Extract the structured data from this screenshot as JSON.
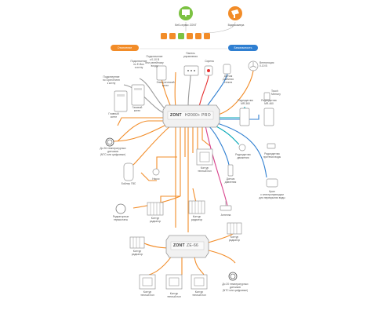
{
  "colors": {
    "orange": "#f28c28",
    "blue": "#2f7fd1",
    "green": "#7cc242",
    "teal": "#00a6b5",
    "pink": "#d9478f",
    "red": "#e63030",
    "gray": "#9a9a9a"
  },
  "top": {
    "web": "Веб-сервис ZONT",
    "video": "Видеокамера"
  },
  "pills": {
    "heating": "Отопление",
    "security": "Безопасность"
  },
  "controller": {
    "brand": "ZONT",
    "model": "H2000+ PRO"
  },
  "extension": {
    "brand": "ZONT",
    "model": "ZE-66"
  },
  "labels": {
    "opentherm_boiler": "Подключение\nпо OpenTherm\nк котлу",
    "ebus_boiler": "Подключение\nпо E-Bus\nк котлу",
    "relay_boiler": "Подключение\nк 0-10 В\nили релейному\nвходу",
    "electric_boiler": "Электрический\nкотел",
    "panel": "Панель\nуправления",
    "siren": "Сирена",
    "glass_sensor": "Датчик\nразбития\nстекла",
    "fan": "Вентиляция\n0-10 В",
    "main_boiler": "Главный\nкотел",
    "gas_boiler": "Газовый\nкотел",
    "temp_sensors": "До 26 температурных\nдатчиков\n(NTC или цифровые)",
    "touch_memory": "Touch\nMemory",
    "radio_mr": "Радиодатчик\nMR-360",
    "radio_mk": "Радиодатчик\nMR-460",
    "radio_motion": "Радиодатчик\nдвижения",
    "radio_leak": "Радиодатчик\nпротечки воды",
    "dhw": "Бойлер ГВС",
    "pump": "Насос",
    "floor": "Контур\nтеплый пол",
    "pressure": "Датчик\nдавления",
    "valve": "Кран\nс электроприводом\nдля перекрытия воды",
    "radiator_thermo": "Радиаторные\nтермостаты",
    "radiator1": "Контур\nрадиатор",
    "radiator2": "Контур\nрадиатор",
    "antenna": "Антенна",
    "radiator3": "Контур\nрадиатор",
    "radiator4": "Контур\nрадиатор",
    "floor1": "Контур\nтеплый пол",
    "floor2": "Контур\nтеплый пол",
    "floor3": "Контур\nтеплый пол",
    "temp_sensors2": "До 20 температурных\nдатчиков\n(NTC или цифровые)"
  },
  "icons": {
    "web": "monitor-icon",
    "video": "camera-icon",
    "apps": [
      "phone-icon",
      "app-icon",
      "sms-icon",
      "call-icon",
      "wifi-icon",
      "cloud-icon"
    ]
  }
}
